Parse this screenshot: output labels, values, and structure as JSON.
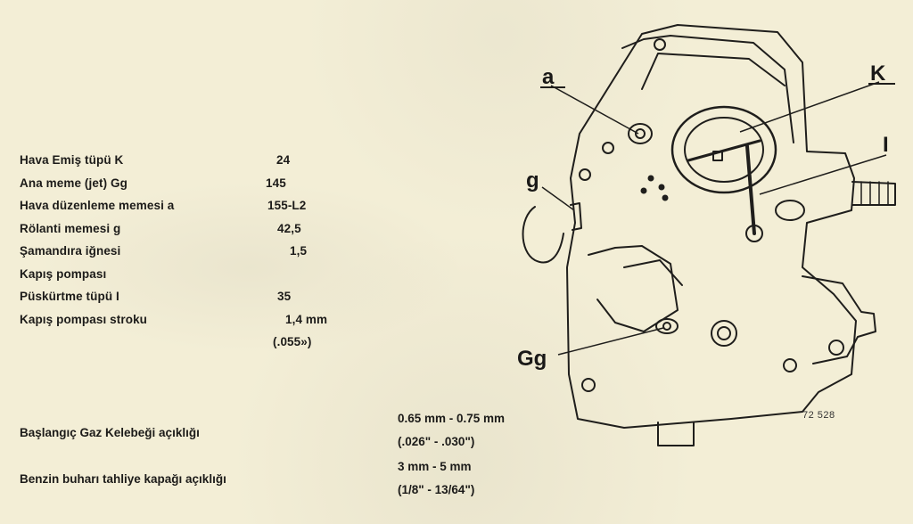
{
  "specs": [
    {
      "label": "Hava Emiş tüpü K",
      "value": "24"
    },
    {
      "label": "Ana meme (jet) Gg",
      "value": "145"
    },
    {
      "label": "Hava düzenleme memesi a",
      "value": "155-L2"
    },
    {
      "label": "Rölanti memesi g",
      "value": "42,5"
    },
    {
      "label": "Şamandıra iğnesi",
      "value": "1,5"
    },
    {
      "label": "Kapış pompası",
      "value": ""
    },
    {
      "label": "Püskürtme tüpü I",
      "value": "35"
    },
    {
      "label": "Kapış pompası stroku",
      "value": "1,4 mm"
    },
    {
      "label": "",
      "value": "(.055»)"
    }
  ],
  "clearances": [
    {
      "label": "Başlangıç Gaz Kelebeği açıklığı",
      "metric": "0.65 mm - 0.75 mm",
      "imperial": "(.026\" - .030\")"
    },
    {
      "label": "Benzin buharı tahliye kapağı açıklığı",
      "metric": "3 mm - 5 mm",
      "imperial": "(1/8\" - 13/64\")"
    }
  ],
  "diagram": {
    "callouts": {
      "a": "a",
      "K": "K",
      "I": "I",
      "g": "g",
      "Gg": "Gg"
    },
    "code": "72 528"
  }
}
